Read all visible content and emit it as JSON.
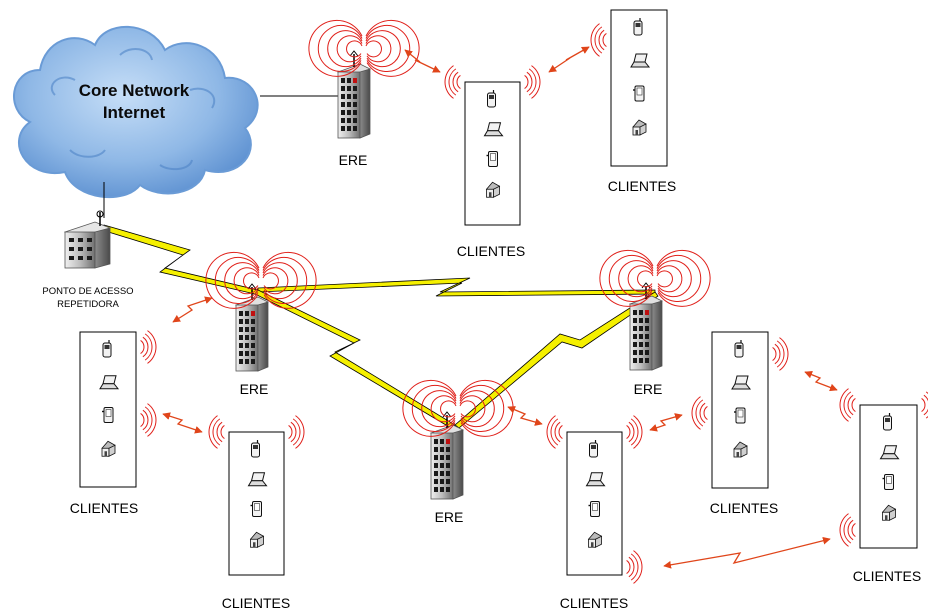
{
  "cloud": {
    "line1": "Core Network",
    "line2": "Internet"
  },
  "access_point": {
    "line1": "PONTO DE ACESSO",
    "line2": "REPETIDORA"
  },
  "ere_labels": [
    "ERE",
    "ERE",
    "ERE",
    "ERE"
  ],
  "client_labels": [
    "CLIENTES",
    "CLIENTES",
    "CLIENTES",
    "CLIENTES",
    "CLIENTES",
    "CLIENTES",
    "CLIENTES"
  ],
  "device_icons": [
    "cell-phone-icon",
    "laptop-icon",
    "pda-icon",
    "house-icon"
  ],
  "colors": {
    "cloud_fill": "#8fb8e6",
    "cloud_dark": "#5b8fd0",
    "wave": "#e0201a",
    "arrow": "#e0451a",
    "bolt_fill": "#f5f000",
    "bolt_stroke": "#000000",
    "line": "#000000",
    "building_light": "#c9c9c9",
    "building_dark": "#6f6f6f",
    "window": "#1a1a1a",
    "window_red": "#c01010"
  }
}
